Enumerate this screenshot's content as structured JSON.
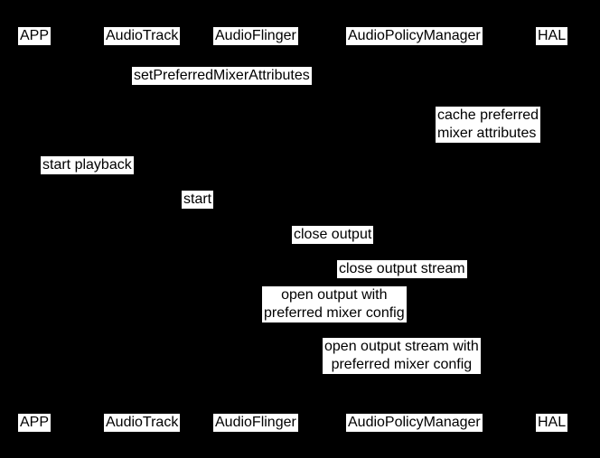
{
  "diagram": {
    "type": "sequence",
    "colors": {
      "background": "#000000",
      "label_background": "#ffffff",
      "label_text": "#000000"
    },
    "participants": [
      "APP",
      "AudioTrack",
      "AudioFlinger",
      "AudioPolicyManager",
      "HAL"
    ],
    "messages": [
      {
        "label": "setPreferredMixerAttributes"
      },
      {
        "lines": [
          "cache preferred",
          "mixer attributes"
        ]
      },
      {
        "label": "start playback"
      },
      {
        "label": "start"
      },
      {
        "label": "close output"
      },
      {
        "label": "close output stream"
      },
      {
        "lines": [
          "open output with",
          "preferred mixer config"
        ]
      },
      {
        "lines": [
          "open output stream with",
          "preferred mixer config"
        ]
      }
    ]
  }
}
